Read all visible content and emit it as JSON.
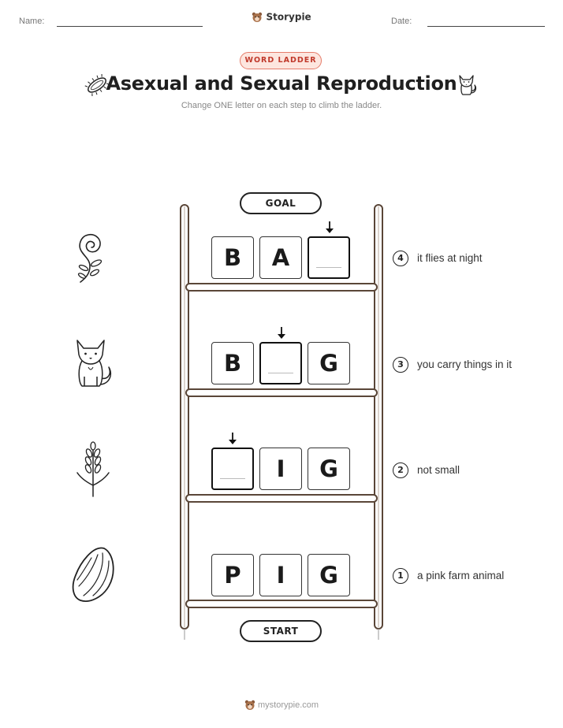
{
  "header": {
    "name_label": "Name:",
    "date_label": "Date:",
    "brand": "Storypie",
    "brand_icon": "storypie-bear-icon"
  },
  "badge": "WORD LADDER",
  "title": "Asexual and Sexual Reproduction",
  "subtitle": "Change ONE letter on each step to climb the ladder.",
  "goal_label": "GOAL",
  "start_label": "START",
  "rungs": [
    {
      "step": "4",
      "letters": [
        "B",
        "A",
        ""
      ],
      "blank_index": 2,
      "clue": "it flies at night",
      "icon": "fern-icon"
    },
    {
      "step": "3",
      "letters": [
        "B",
        "",
        "G"
      ],
      "blank_index": 1,
      "clue": "you carry things in it",
      "icon": "fox-icon"
    },
    {
      "step": "2",
      "letters": [
        "",
        "I",
        "G"
      ],
      "blank_index": 0,
      "clue": "not small",
      "icon": "wheat-icon"
    },
    {
      "step": "1",
      "letters": [
        "P",
        "I",
        "G"
      ],
      "blank_index": -1,
      "clue": "a pink farm animal",
      "icon": "seed-icon"
    }
  ],
  "footer": "mystorypie.com",
  "colors": {
    "accent": "#e57c6a",
    "badge_bg": "#fde6df",
    "ladder": "#5a4638"
  }
}
